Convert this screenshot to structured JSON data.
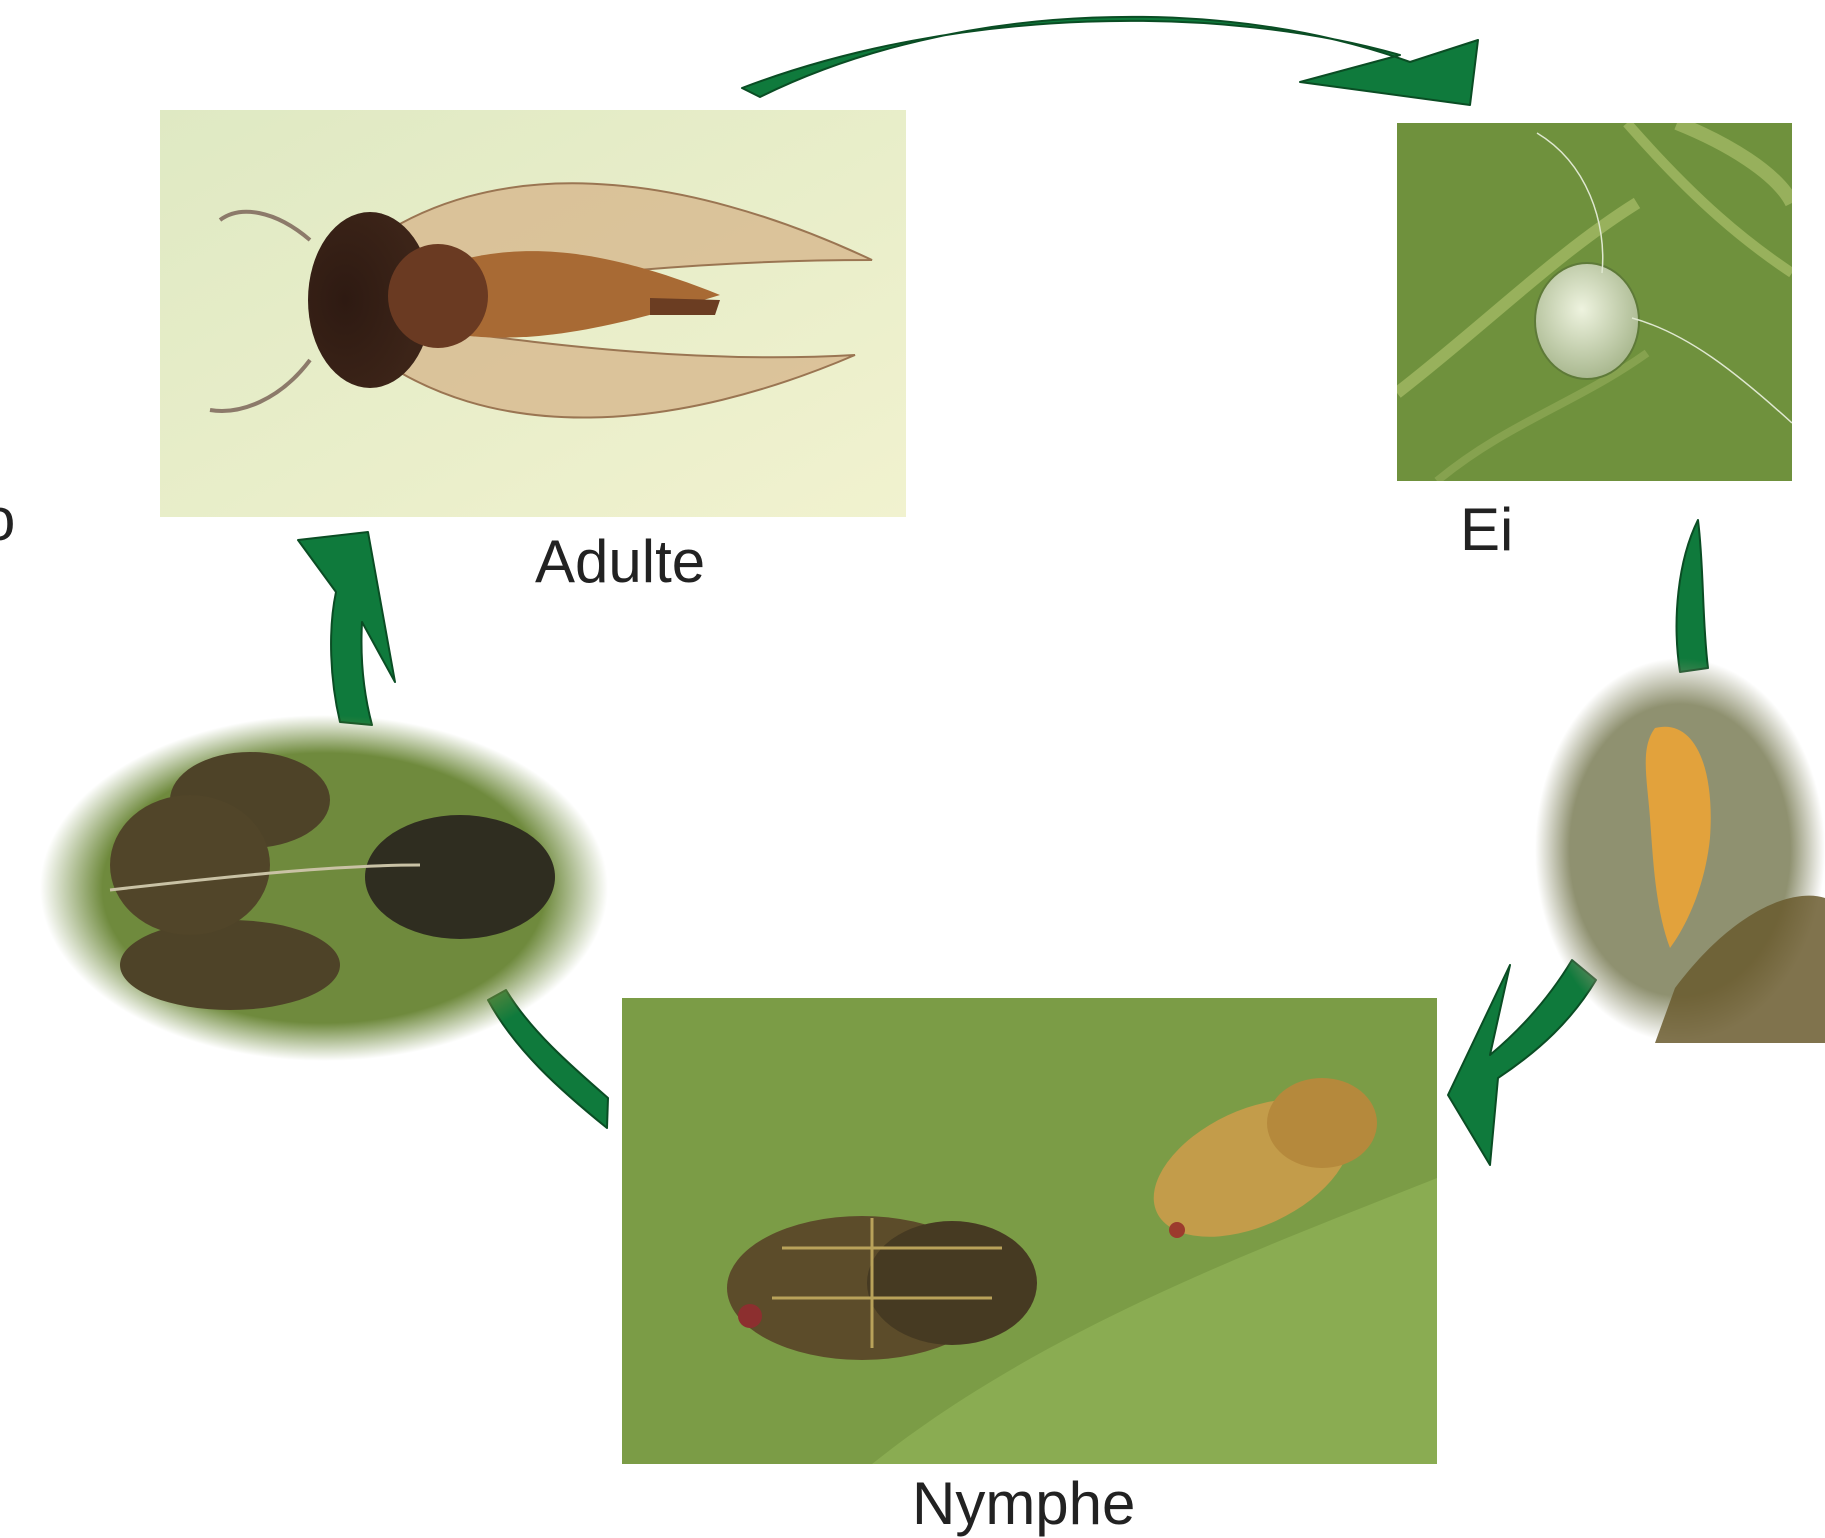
{
  "diagram": {
    "stages": {
      "adult": {
        "label": "Adulte"
      },
      "egg": {
        "label": "Ei"
      },
      "nymph": {
        "label": "Nymphe"
      },
      "cut_off_text": "o"
    },
    "colors": {
      "arrow_fill": "#0f7a3c",
      "arrow_stroke": "#0a4d24",
      "label_text": "#222222",
      "leaf_green": "#7e9c4c",
      "adult_background": "#e9efc6"
    }
  }
}
